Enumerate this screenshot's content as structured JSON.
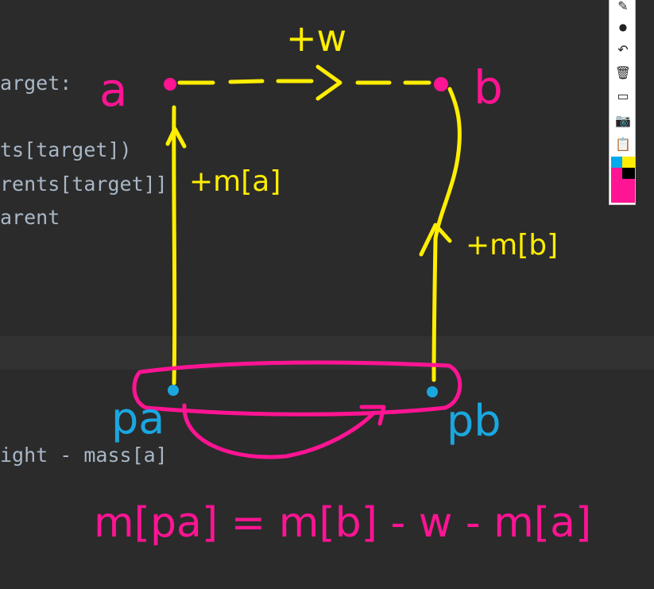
{
  "editor": {
    "lines": [
      "arget:",
      "ts[target])",
      "rents[target]]",
      "arent",
      "ight - mass[a]"
    ]
  },
  "toolbar": {
    "icons": [
      "eraser-icon",
      "dot-icon",
      "undo-icon",
      "trash-icon",
      "whiteboard-icon",
      "camera-icon",
      "clipboard-icon"
    ],
    "glyphs": [
      "✎",
      "●",
      "↶",
      "🗑",
      "▭",
      "📷",
      "📋"
    ],
    "palette": {
      "cyan": "#00aaee",
      "yellow": "#ffee00",
      "pink": "#ff1493",
      "black": "#000000"
    }
  },
  "annotations": {
    "colors": {
      "yellow": "#ffee00",
      "pink": "#ff1493",
      "cyan": "#1aa7e0"
    },
    "label_a": "a",
    "label_b": "b",
    "label_pa": "pa",
    "label_pb": "pb",
    "edge_w": "+w",
    "edge_ma": "+m[a]",
    "edge_mb": "+m[b]",
    "formula": "m[pa] = m[b] - w - m[a]"
  }
}
